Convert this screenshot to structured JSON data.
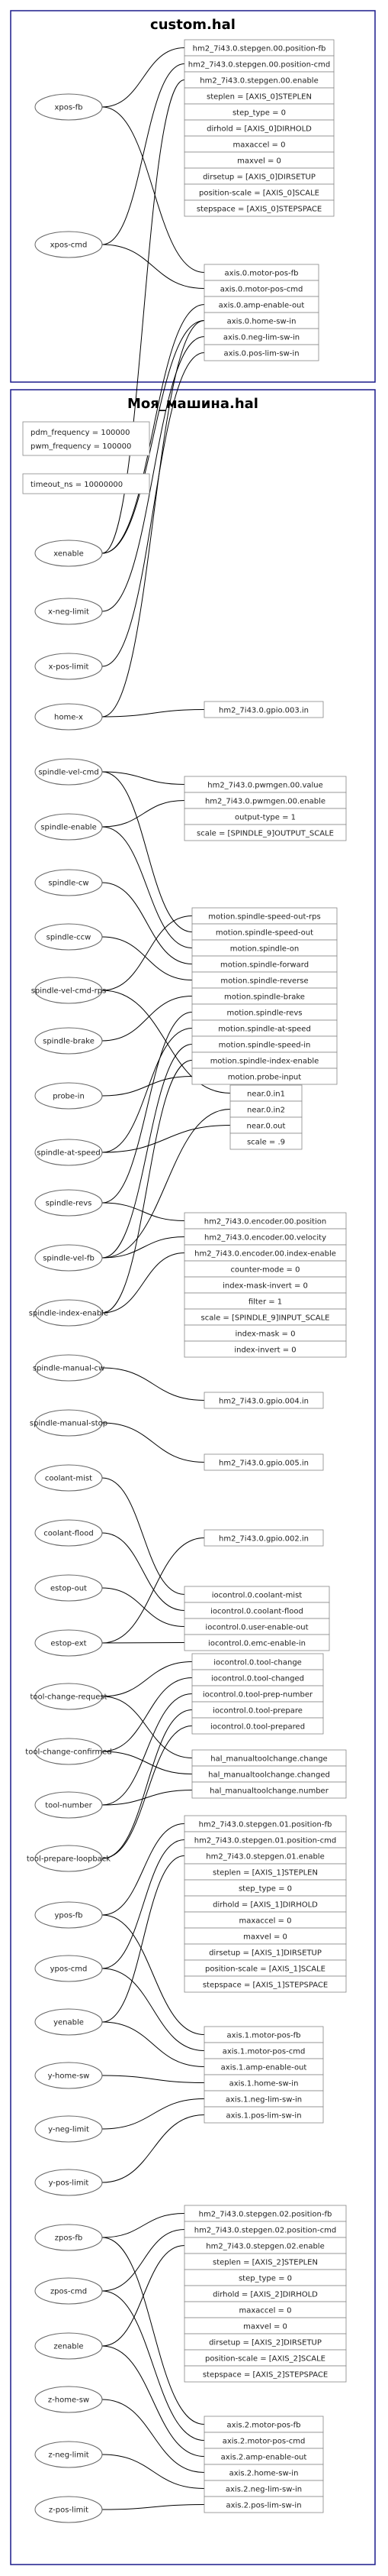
{
  "custom": {
    "title": "custom.hal",
    "signals": [
      "xpos-fb",
      "xpos-cmd"
    ],
    "stepgen_pins": [
      "hm2_7i43.0.stepgen.00.position-fb",
      "hm2_7i43.0.stepgen.00.position-cmd",
      "hm2_7i43.0.stepgen.00.enable",
      "steplen = [AXIS_0]STEPLEN",
      "step_type = 0",
      "dirhold = [AXIS_0]DIRHOLD",
      "maxaccel = 0",
      "maxvel = 0",
      "dirsetup = [AXIS_0]DIRSETUP",
      "position-scale = [AXIS_0]SCALE",
      "stepspace = [AXIS_0]STEPSPACE"
    ],
    "axis_pins": [
      "axis.0.motor-pos-fb",
      "axis.0.motor-pos-cmd",
      "axis.0.amp-enable-out",
      "axis.0.home-sw-in",
      "axis.0.neg-lim-sw-in",
      "axis.0.pos-lim-sw-in"
    ]
  },
  "main": {
    "title": "Моя_машина.hal",
    "params": [
      [
        "pdm_frequency = 100000",
        "pwm_frequency = 100000"
      ],
      [
        "timeout_ns = 10000000"
      ]
    ],
    "signals": [
      "xenable",
      "x-neg-limit",
      "x-pos-limit",
      "home-x",
      "spindle-vel-cmd",
      "spindle-enable",
      "spindle-cw",
      "spindle-ccw",
      "spindle-vel-cmd-rps",
      "spindle-brake",
      "probe-in",
      "spindle-at-speed",
      "spindle-revs",
      "spindle-vel-fb",
      "spindle-index-enable",
      "spindle-manual-cw",
      "spindle-manual-stop",
      "coolant-mist",
      "coolant-flood",
      "estop-out",
      "estop-ext",
      "tool-change-request",
      "tool-change-confirmed",
      "tool-number",
      "tool-prepare-loopback",
      "ypos-fb",
      "ypos-cmd",
      "yenable",
      "y-home-sw",
      "y-neg-limit",
      "y-pos-limit",
      "zpos-fb",
      "zpos-cmd",
      "zenable",
      "z-home-sw",
      "z-neg-limit",
      "z-pos-limit"
    ],
    "groups": [
      [
        "hm2_7i43.0.gpio.003.in"
      ],
      [
        "hm2_7i43.0.pwmgen.00.value",
        "hm2_7i43.0.pwmgen.00.enable",
        "output-type = 1",
        "scale = [SPINDLE_9]OUTPUT_SCALE"
      ],
      [
        "motion.spindle-speed-out-rps",
        "motion.spindle-speed-out",
        "motion.spindle-on",
        "motion.spindle-forward",
        "motion.spindle-reverse",
        "motion.spindle-brake",
        "motion.spindle-revs",
        "motion.spindle-at-speed",
        "motion.spindle-speed-in",
        "motion.spindle-index-enable",
        "motion.probe-input"
      ],
      [
        "near.0.in1",
        "near.0.in2",
        "near.0.out",
        "scale = .9"
      ],
      [
        "hm2_7i43.0.encoder.00.position",
        "hm2_7i43.0.encoder.00.velocity",
        "hm2_7i43.0.encoder.00.index-enable",
        "counter-mode = 0",
        "index-mask-invert = 0",
        "filter = 1",
        "scale = [SPINDLE_9]INPUT_SCALE",
        "index-mask = 0",
        "index-invert = 0"
      ],
      [
        "hm2_7i43.0.gpio.004.in"
      ],
      [
        "hm2_7i43.0.gpio.005.in"
      ],
      [
        "hm2_7i43.0.gpio.002.in"
      ],
      [
        "iocontrol.0.coolant-mist",
        "iocontrol.0.coolant-flood",
        "iocontrol.0.user-enable-out",
        "iocontrol.0.emc-enable-in"
      ],
      [
        "iocontrol.0.tool-change",
        "iocontrol.0.tool-changed",
        "iocontrol.0.tool-prep-number",
        "iocontrol.0.tool-prepare",
        "iocontrol.0.tool-prepared"
      ],
      [
        "hal_manualtoolchange.change",
        "hal_manualtoolchange.changed",
        "hal_manualtoolchange.number"
      ],
      [
        "hm2_7i43.0.stepgen.01.position-fb",
        "hm2_7i43.0.stepgen.01.position-cmd",
        "hm2_7i43.0.stepgen.01.enable",
        "steplen = [AXIS_1]STEPLEN",
        "step_type = 0",
        "dirhold = [AXIS_1]DIRHOLD",
        "maxaccel = 0",
        "maxvel = 0",
        "dirsetup = [AXIS_1]DIRSETUP",
        "position-scale = [AXIS_1]SCALE",
        "stepspace = [AXIS_1]STEPSPACE"
      ],
      [
        "axis.1.motor-pos-fb",
        "axis.1.motor-pos-cmd",
        "axis.1.amp-enable-out",
        "axis.1.home-sw-in",
        "axis.1.neg-lim-sw-in",
        "axis.1.pos-lim-sw-in"
      ],
      [
        "hm2_7i43.0.stepgen.02.position-fb",
        "hm2_7i43.0.stepgen.02.position-cmd",
        "hm2_7i43.0.stepgen.02.enable",
        "steplen = [AXIS_2]STEPLEN",
        "step_type = 0",
        "dirhold = [AXIS_2]DIRHOLD",
        "maxaccel = 0",
        "maxvel = 0",
        "dirsetup = [AXIS_2]DIRSETUP",
        "position-scale = [AXIS_2]SCALE",
        "stepspace = [AXIS_2]STEPSPACE"
      ],
      [
        "axis.2.motor-pos-fb",
        "axis.2.motor-pos-cmd",
        "axis.2.amp-enable-out",
        "axis.2.home-sw-in",
        "axis.2.neg-lim-sw-in",
        "axis.2.pos-lim-sw-in"
      ]
    ]
  },
  "connections": [
    [
      "xpos-fb",
      "hm2_7i43.0.stepgen.00.position-fb"
    ],
    [
      "xpos-fb",
      "axis.0.motor-pos-fb"
    ],
    [
      "xpos-cmd",
      "hm2_7i43.0.stepgen.00.position-cmd"
    ],
    [
      "xpos-cmd",
      "axis.0.motor-pos-cmd"
    ],
    [
      "xenable",
      "hm2_7i43.0.stepgen.00.enable"
    ],
    [
      "xenable",
      "axis.0.amp-enable-out"
    ],
    [
      "xenable",
      "axis.0.home-sw-in"
    ],
    [
      "x-neg-limit",
      "axis.0.neg-lim-sw-in"
    ],
    [
      "x-pos-limit",
      "axis.0.pos-lim-sw-in"
    ],
    [
      "home-x",
      "axis.0.home-sw-in"
    ],
    [
      "home-x",
      "hm2_7i43.0.gpio.003.in"
    ],
    [
      "spindle-vel-cmd",
      "hm2_7i43.0.pwmgen.00.value"
    ],
    [
      "spindle-vel-cmd",
      "motion.spindle-speed-out"
    ],
    [
      "spindle-enable",
      "hm2_7i43.0.pwmgen.00.enable"
    ],
    [
      "spindle-enable",
      "motion.spindle-on"
    ],
    [
      "spindle-cw",
      "motion.spindle-forward"
    ],
    [
      "spindle-ccw",
      "motion.spindle-reverse"
    ],
    [
      "spindle-vel-cmd-rps",
      "motion.spindle-speed-out-rps"
    ],
    [
      "spindle-vel-cmd-rps",
      "near.0.in1"
    ],
    [
      "spindle-brake",
      "motion.spindle-brake"
    ],
    [
      "probe-in",
      "motion.probe-input"
    ],
    [
      "spindle-at-speed",
      "motion.spindle-at-speed"
    ],
    [
      "spindle-at-speed",
      "near.0.out"
    ],
    [
      "spindle-revs",
      "motion.spindle-revs"
    ],
    [
      "spindle-revs",
      "hm2_7i43.0.encoder.00.position"
    ],
    [
      "spindle-vel-fb",
      "motion.spindle-speed-in"
    ],
    [
      "spindle-vel-fb",
      "near.0.in2"
    ],
    [
      "spindle-vel-fb",
      "hm2_7i43.0.encoder.00.velocity"
    ],
    [
      "spindle-index-enable",
      "motion.spindle-index-enable"
    ],
    [
      "spindle-index-enable",
      "hm2_7i43.0.encoder.00.index-enable"
    ],
    [
      "spindle-manual-cw",
      "hm2_7i43.0.gpio.004.in"
    ],
    [
      "spindle-manual-stop",
      "hm2_7i43.0.gpio.005.in"
    ],
    [
      "coolant-mist",
      "iocontrol.0.coolant-mist"
    ],
    [
      "coolant-flood",
      "iocontrol.0.coolant-flood"
    ],
    [
      "estop-out",
      "iocontrol.0.user-enable-out"
    ],
    [
      "estop-ext",
      "iocontrol.0.emc-enable-in"
    ],
    [
      "estop-ext",
      "hm2_7i43.0.gpio.002.in"
    ],
    [
      "tool-change-request",
      "iocontrol.0.tool-change"
    ],
    [
      "tool-change-request",
      "hal_manualtoolchange.change"
    ],
    [
      "tool-change-confirmed",
      "iocontrol.0.tool-changed"
    ],
    [
      "tool-change-confirmed",
      "hal_manualtoolchange.changed"
    ],
    [
      "tool-number",
      "iocontrol.0.tool-prep-number"
    ],
    [
      "tool-number",
      "hal_manualtoolchange.number"
    ],
    [
      "tool-prepare-loopback",
      "iocontrol.0.tool-prepare"
    ],
    [
      "tool-prepare-loopback",
      "iocontrol.0.tool-prepared"
    ],
    [
      "ypos-fb",
      "hm2_7i43.0.stepgen.01.position-fb"
    ],
    [
      "ypos-fb",
      "axis.1.motor-pos-fb"
    ],
    [
      "ypos-cmd",
      "hm2_7i43.0.stepgen.01.position-cmd"
    ],
    [
      "ypos-cmd",
      "axis.1.motor-pos-cmd"
    ],
    [
      "yenable",
      "hm2_7i43.0.stepgen.01.enable"
    ],
    [
      "yenable",
      "axis.1.amp-enable-out"
    ],
    [
      "y-home-sw",
      "axis.1.home-sw-in"
    ],
    [
      "y-neg-limit",
      "axis.1.neg-lim-sw-in"
    ],
    [
      "y-pos-limit",
      "axis.1.pos-lim-sw-in"
    ],
    [
      "zpos-fb",
      "hm2_7i43.0.stepgen.02.position-fb"
    ],
    [
      "zpos-fb",
      "axis.2.motor-pos-fb"
    ],
    [
      "zpos-cmd",
      "hm2_7i43.0.stepgen.02.position-cmd"
    ],
    [
      "zpos-cmd",
      "axis.2.motor-pos-cmd"
    ],
    [
      "zenable",
      "hm2_7i43.0.stepgen.02.enable"
    ],
    [
      "zenable",
      "axis.2.amp-enable-out"
    ],
    [
      "z-home-sw",
      "axis.2.home-sw-in"
    ],
    [
      "z-neg-limit",
      "axis.2.neg-lim-sw-in"
    ],
    [
      "z-pos-limit",
      "axis.2.pos-lim-sw-in"
    ]
  ]
}
